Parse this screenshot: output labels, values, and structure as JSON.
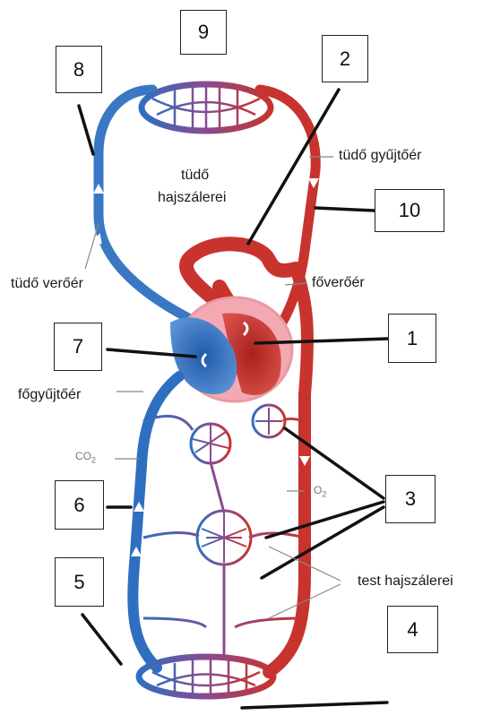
{
  "diagram": {
    "number_labels": [
      "1",
      "2",
      "3",
      "4",
      "5",
      "6",
      "7",
      "8",
      "9",
      "10"
    ],
    "text_labels": {
      "lung_capillaries_line1": "tüdő",
      "lung_capillaries_line2": "hajszálerei",
      "pulmonary_vein": "tüdő gyűjtőér",
      "pulmonary_artery": "tüdő verőér",
      "aorta": "főverőér",
      "vena_cava": "főgyűjtőér",
      "body_capillaries": "test hajszálerei",
      "co2": "CO",
      "co2_sub": "2",
      "o2": "O",
      "o2_sub": "2"
    },
    "colors": {
      "oxygenated": "#c8332e",
      "deoxygenated": "#2f6fbf",
      "mixed_capillary": "#8a4a8f",
      "heart_outline": "#e89aa2"
    }
  }
}
